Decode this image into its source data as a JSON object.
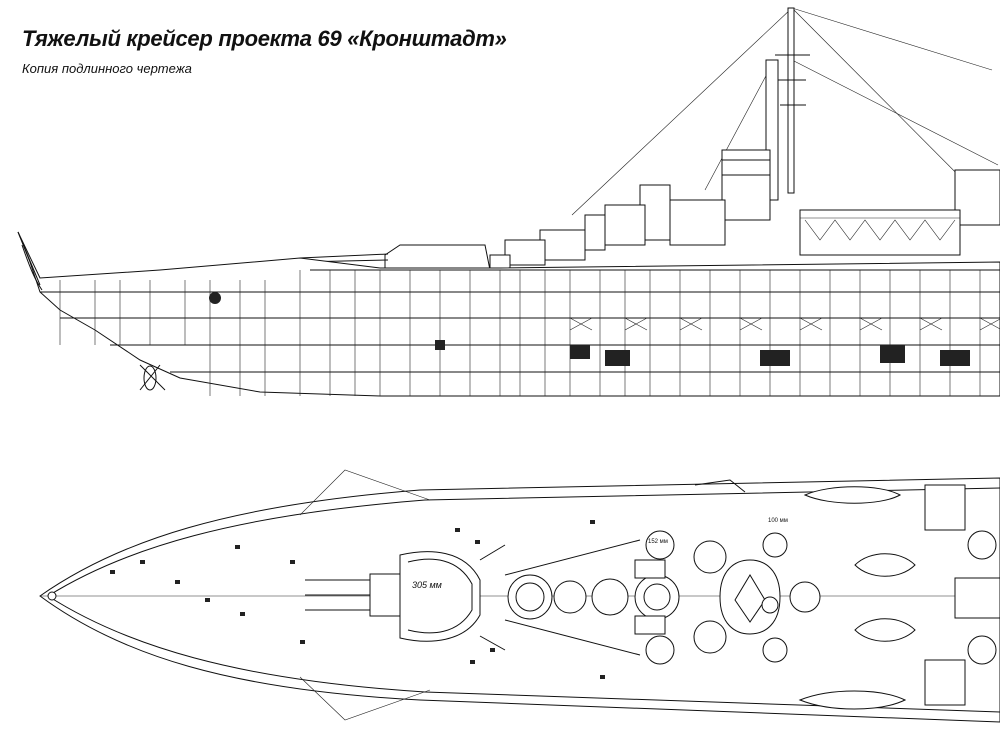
{
  "header": {
    "title": "Тяжелый крейсер проекта 69 «Кронштадт»",
    "subtitle": "Копия подлинного чертежа"
  },
  "drawing": {
    "views": [
      "side-profile",
      "deck-plan"
    ],
    "plan_labels": {
      "turret_label": "305 мм",
      "secondary_label": "152 мм",
      "aa_label": "100 мм"
    }
  }
}
